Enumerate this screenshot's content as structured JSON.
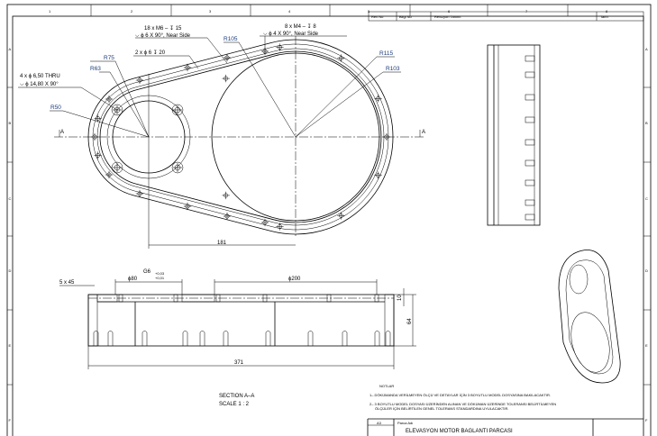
{
  "frame": {
    "columns": [
      "1",
      "2",
      "3",
      "4",
      "5",
      "6",
      "7",
      "8"
    ],
    "rows": [
      "A",
      "B",
      "C",
      "D",
      "E",
      "F"
    ]
  },
  "revision_table": {
    "rev_no": "Rev No",
    "info_no": "Bilgi No",
    "description": "Revizyon Tanımı",
    "date": "Tarih"
  },
  "front_view": {
    "callout_thru_1": "4 x ϕ 6,50 THRU",
    "callout_thru_2": "⌵ ϕ 14,80 X 90°",
    "callout_m6_1": "18 x M6 – ↧ 15",
    "callout_m6_2": "⌵ ϕ 6 X 90°, Near Side",
    "callout_m4_1": "8 x M4 – ↧ 8",
    "callout_m4_2": "⌵ ϕ 4 X 90°, Near Side",
    "callout_pin": "2 x ϕ 6 ↧ 20",
    "r75": "R75",
    "r63": "R63",
    "r50": "R50",
    "r105": "R105",
    "r115": "R115",
    "r103": "R103",
    "dim_181": "181",
    "section_mark": "A"
  },
  "section_view": {
    "chamfer": "5 x 45",
    "d80": "ϕ80",
    "g6": "G6",
    "tol_upper": "+0,03",
    "tol_lower": "+0,01",
    "d200": "ϕ200",
    "dim_10": "10",
    "dim_64": "64",
    "dim_371": "371",
    "title": "SECTION  A–A",
    "scale": "SCALE  1 : 2"
  },
  "notes": {
    "heading": "NOTLAR",
    "items": [
      "1– DÖKÜMANDA VERİLMEYEN ÖLÇÜ VE DETAYLAR İÇİN 3 BOYUTLU MODEL DOSYASINA BAKILACAKTIR.",
      "2– 3 BOYUTLU MODEL DOSYASI ÜZERİNDEN ALINAN VE DÖKÜMAN ÜZERİNDE TOLERANSI BELİRTİLMEYEN",
      "ÖLÇÜLER İÇİN BELİRTİLEN GENEL TOLERANS STANDARDINA UYULACAKTIR."
    ]
  },
  "title_block": {
    "sheet_size": "A3",
    "part_name_label": "Parca Adı",
    "part_name": "ELEVASYON MOTOR BAGLANTI PARCASI"
  }
}
